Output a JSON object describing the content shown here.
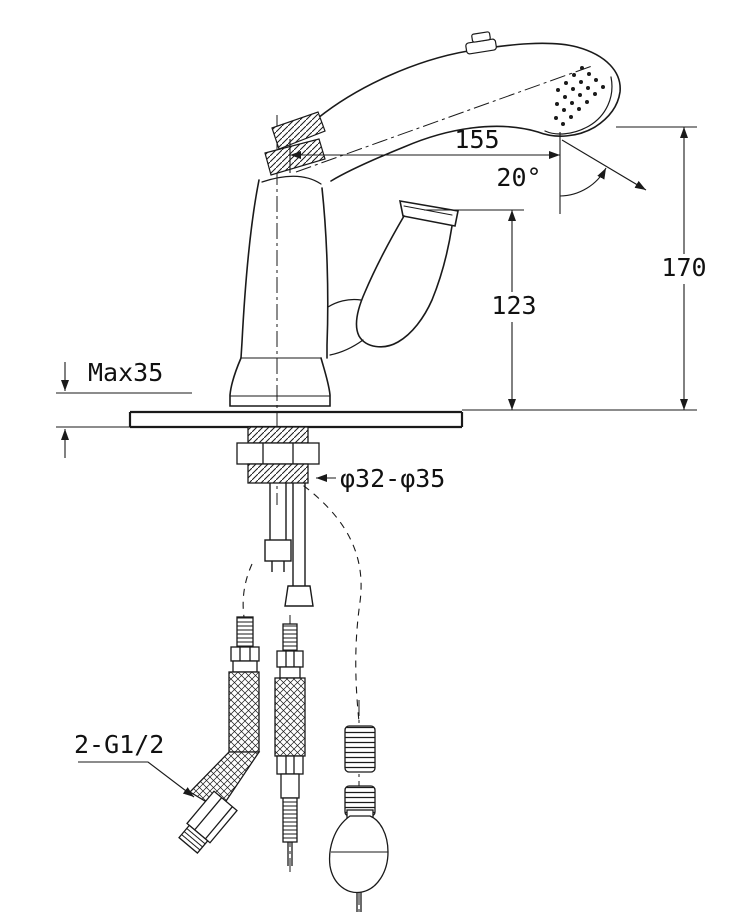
{
  "labels": {
    "reach": "155",
    "spray_angle": "20°",
    "height_total": "170",
    "height_body": "123",
    "max_thickness": "Max35",
    "hole_diameter": "φ32-φ35",
    "thread": "2-G1/2"
  },
  "colors": {
    "line": "#1a1a1a",
    "background": "#ffffff"
  }
}
